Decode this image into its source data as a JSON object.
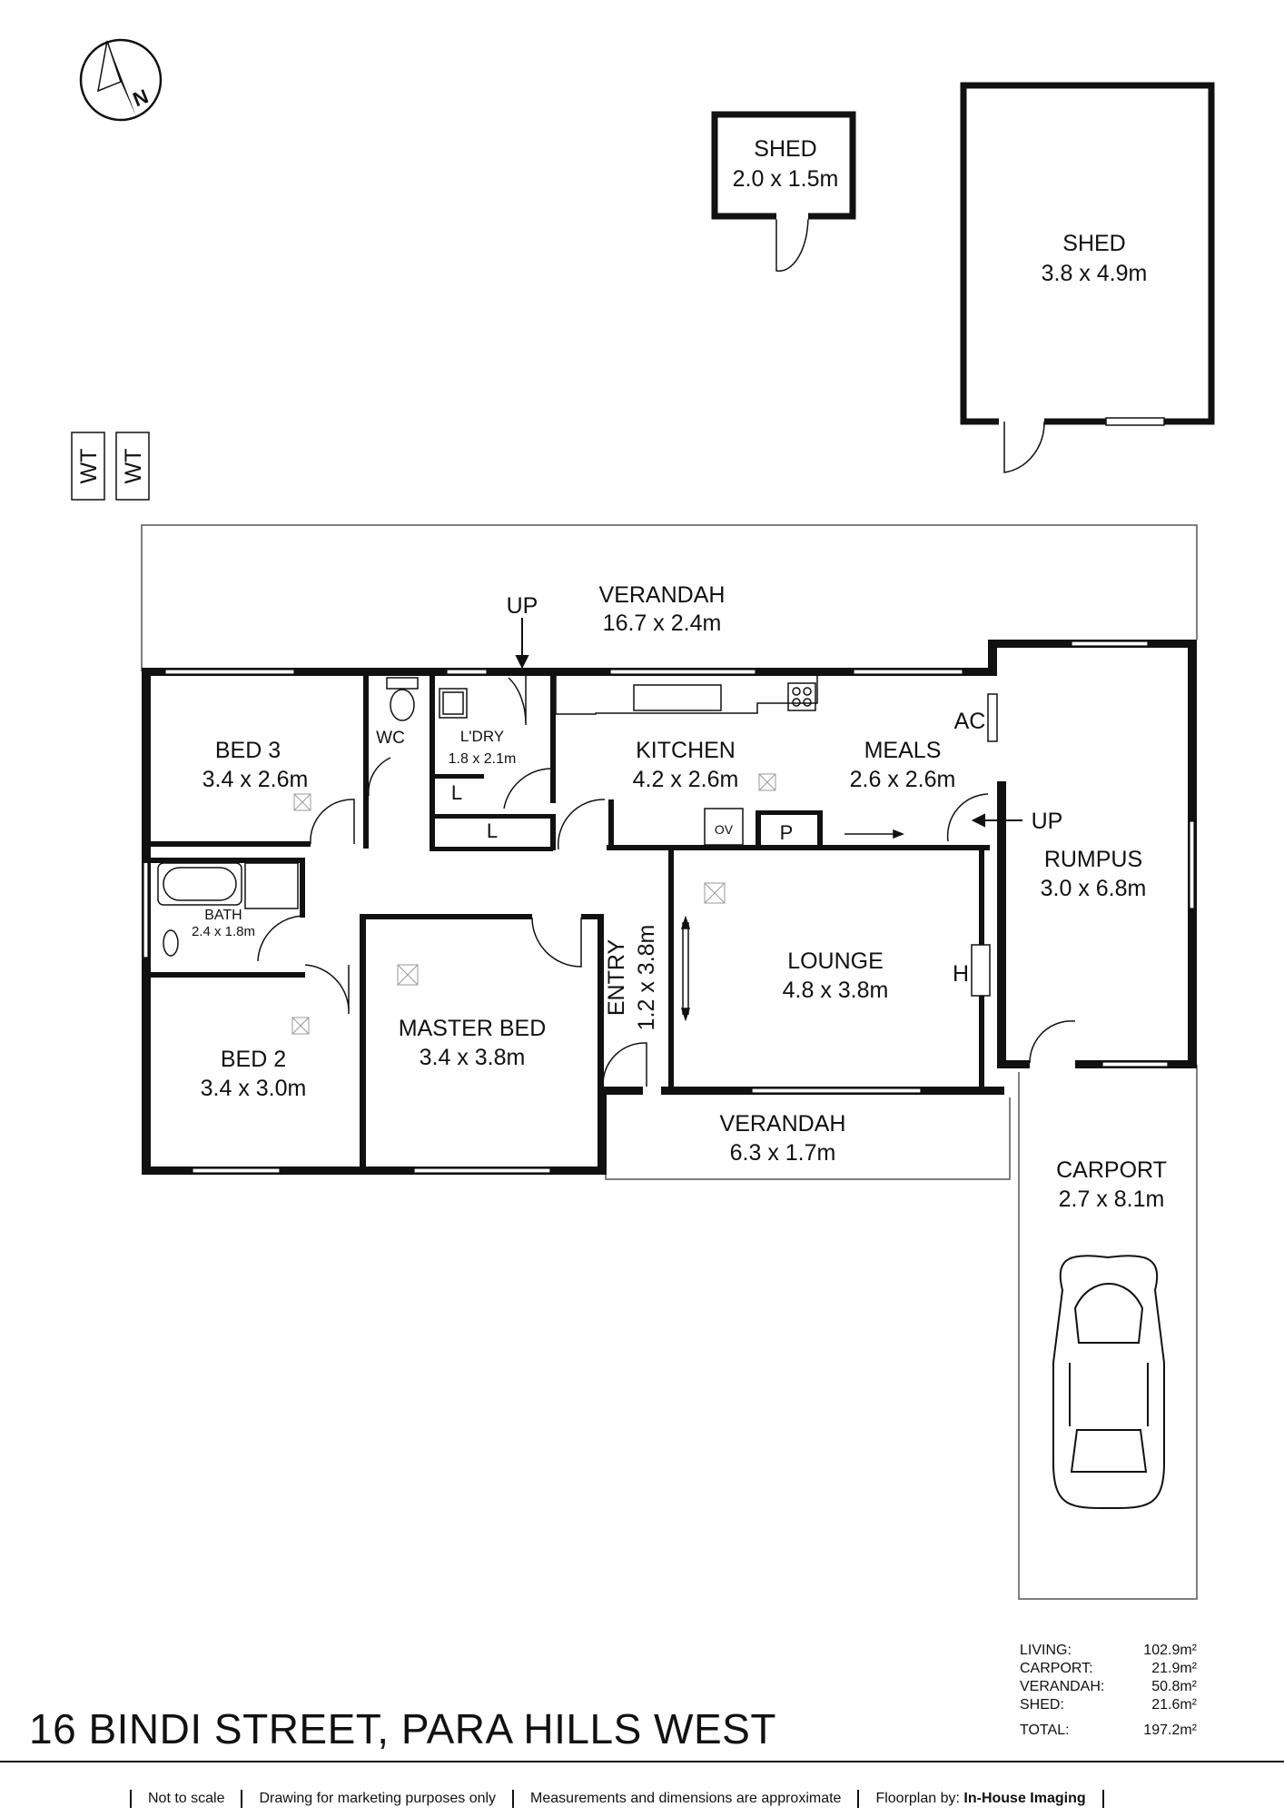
{
  "compass": {
    "letter": "N"
  },
  "water_tanks": [
    "WT",
    "WT"
  ],
  "rooms": {
    "shed_small": {
      "name": "SHED",
      "size": "2.0 x 1.5m"
    },
    "shed_large": {
      "name": "SHED",
      "size": "3.8 x 4.9m"
    },
    "verandah_rear": {
      "name": "VERANDAH",
      "size": "16.7 x 2.4m"
    },
    "bed3": {
      "name": "BED 3",
      "size": "3.4 x 2.6m"
    },
    "wc": {
      "name": "WC"
    },
    "laundry": {
      "name": "L'DRY",
      "size": "1.8 x 2.1m"
    },
    "kitchen": {
      "name": "KITCHEN",
      "size": "4.2 x 2.6m"
    },
    "meals": {
      "name": "MEALS",
      "size": "2.6 x 2.6m"
    },
    "rumpus": {
      "name": "RUMPUS",
      "size": "3.0 x 6.8m"
    },
    "bath": {
      "name": "BATH",
      "size": "2.4 x 1.8m"
    },
    "master_bed": {
      "name": "MASTER BED",
      "size": "3.4 x 3.8m"
    },
    "entry": {
      "name": "ENTRY",
      "size": "1.2 x 3.8m"
    },
    "lounge": {
      "name": "LOUNGE",
      "size": "4.8 x 3.8m"
    },
    "bed2": {
      "name": "BED 2",
      "size": "3.4 x 3.0m"
    },
    "verandah_front": {
      "name": "VERANDAH",
      "size": "6.3 x 1.7m"
    },
    "carport": {
      "name": "CARPORT",
      "size": "2.7 x 8.1m"
    }
  },
  "markers": {
    "up_rear": "UP",
    "up_rumpus": "UP",
    "ac": "AC",
    "heater": "H",
    "oven": "OV",
    "pantry": "P",
    "linen_1": "L",
    "linen_2": "L"
  },
  "areas": [
    {
      "label": "LIVING:",
      "value": "102.9m²"
    },
    {
      "label": "CARPORT:",
      "value": "21.9m²"
    },
    {
      "label": "VERANDAH:",
      "value": "50.8m²"
    },
    {
      "label": "SHED:",
      "value": "21.6m²"
    }
  ],
  "total": {
    "label": "TOTAL:",
    "value": "197.2m²"
  },
  "address": "16 BINDI STREET, PARA HILLS WEST",
  "footer": {
    "not_to_scale": "Not to scale",
    "marketing": "Drawing for marketing purposes only",
    "approx": "Measurements and dimensions are approximate",
    "floorplan_by": "Floorplan by:",
    "brand": "In-House Imaging"
  }
}
